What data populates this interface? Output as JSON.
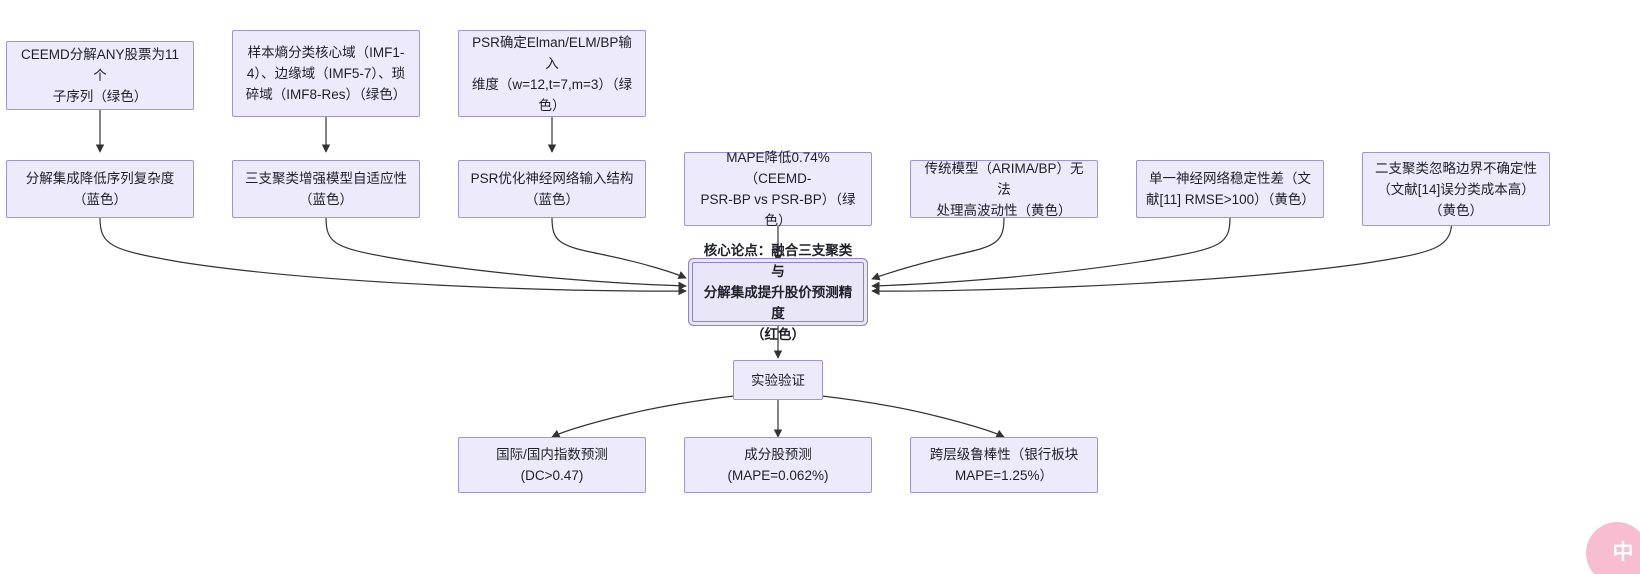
{
  "diagram": {
    "title_text": "",
    "colors": {
      "node_fill": "#ECEAFB",
      "node_border": "#9F94D8",
      "core_fill": "#E9E6F7",
      "core_border": "#8F82CF",
      "edge_stroke": "#333333",
      "text": "#1f1f28",
      "watermark_bg": "#F4A6C0"
    },
    "nodes": {
      "ceemd_decompose": "CEEMD分解ANY股票为11个\n子序列（绿色）",
      "sample_entropy": "样本熵分类核心域（IMF1-\n4）、边缘域（IMF5-7）、琐\n碎域（IMF8-Res）（绿色）",
      "psr_input_dim": "PSR确定Elman/ELM/BP输入\n维度（w=12,t=7,m=3）（绿\n色）",
      "reduce_complexity": "分解集成降低序列复杂度\n（蓝色）",
      "three_way_adaptive": "三支聚类增强模型自适应性\n（蓝色）",
      "psr_optimize": "PSR优化神经网络输入结构\n（蓝色）",
      "mape_reduce": "MAPE降低0.74%（CEEMD-\nPSR-BP vs PSR-BP）（绿\n色）",
      "traditional_model": "传统模型（ARIMA/BP）无法\n处理高波动性（黄色）",
      "single_nn_unstable": "单一神经网络稳定性差（文\n献[11] RMSE>100）（黄色）",
      "two_way_cluster": "二支聚类忽略边界不确定性\n（文献[14]误分类成本高）\n（黄色）",
      "core_claim": "核心论点：融合三支聚类与\n分解集成提升股价预测精度\n（红色）",
      "experiment": "实验验证",
      "index_forecast": "国际/国内指数预测\n(DC>0.47)",
      "component_stock": "成分股预测\n(MAPE=0.062%)",
      "cross_level_robust": "跨层级鲁棒性（银行板块\nMAPE=1.25%）"
    },
    "watermark": {
      "text": "中"
    }
  }
}
